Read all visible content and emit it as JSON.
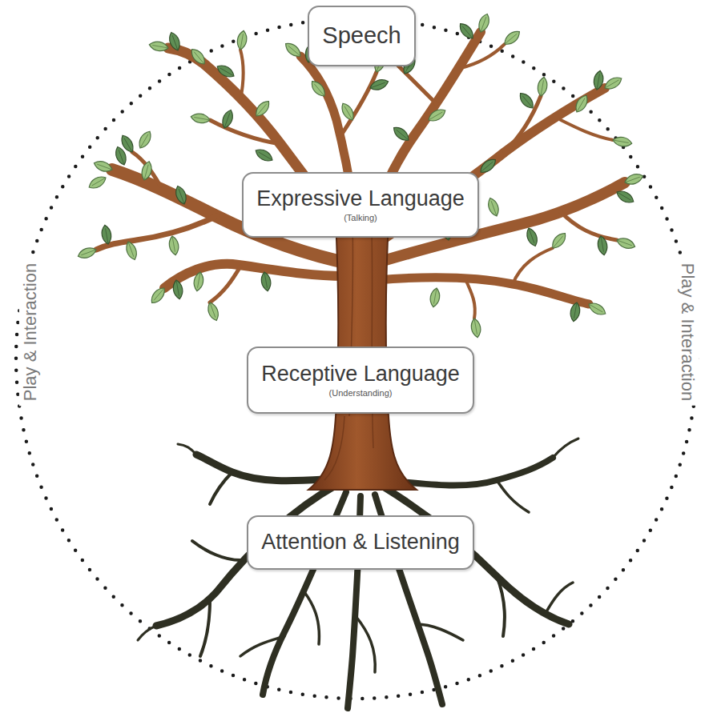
{
  "diagram": {
    "nodes": [
      {
        "text": [
          "Speech"
        ]
      },
      {
        "text": [
          "Expressive Language",
          "(Talking)"
        ]
      },
      {
        "text": [
          "Receptive Language",
          "(Understanding)"
        ]
      },
      {
        "text": [
          "Attention & Listening"
        ]
      }
    ],
    "labels": [
      "Play & Interaction",
      "Play & Interaction"
    ]
  }
}
